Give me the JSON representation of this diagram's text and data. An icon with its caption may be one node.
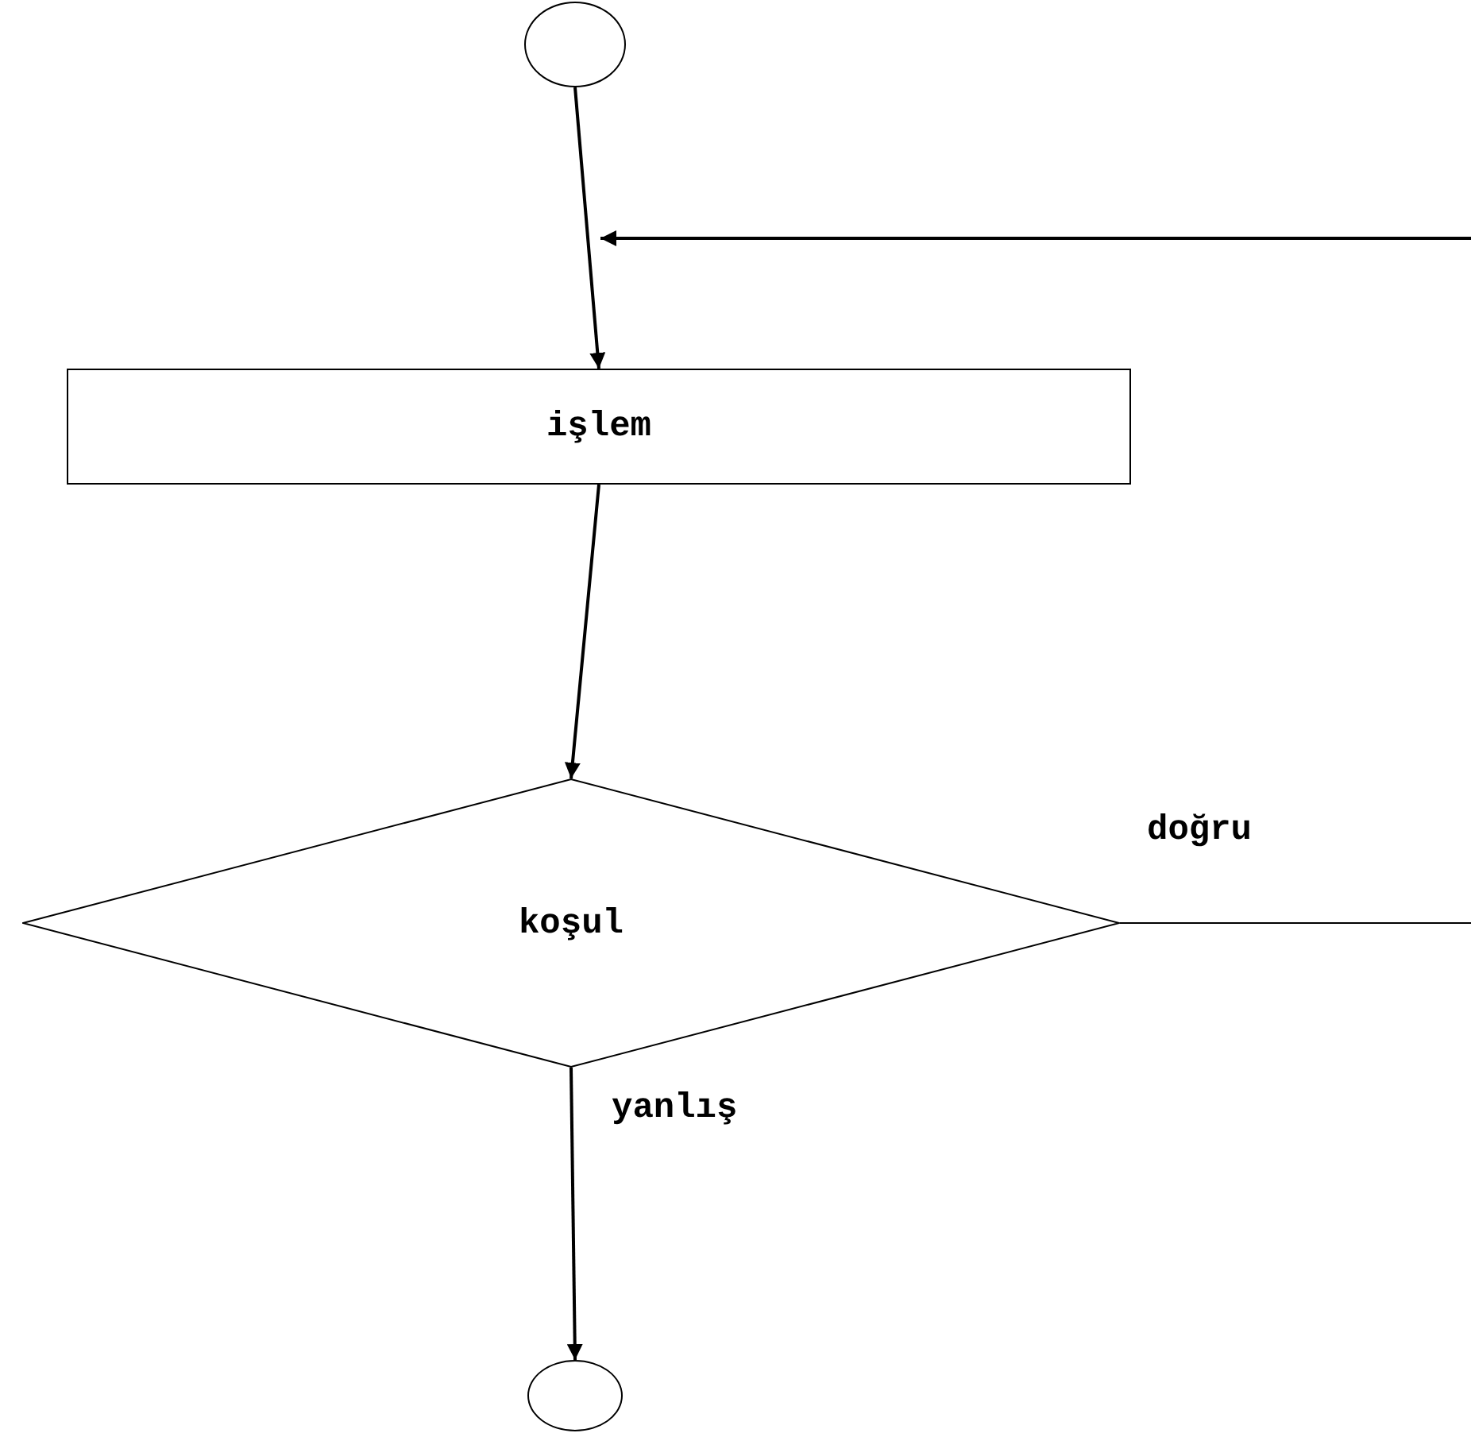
{
  "diagram": {
    "nodes": [
      {
        "text": [],
        "shape": "circle"
      },
      {
        "text": [
          "işlem"
        ]
      },
      {
        "text": [
          "koşul"
        ]
      },
      {
        "text": [],
        "shape": "circle"
      }
    ],
    "edges": [
      {
        "from": 0,
        "to": 1,
        "arrow": "to"
      },
      {
        "from": null,
        "to": 1,
        "arrow": "to"
      },
      {
        "from": 1,
        "to": 2,
        "arrow": "to"
      },
      {
        "from": 2,
        "to": null,
        "arrow": "none",
        "label": "doğru"
      },
      {
        "from": 2,
        "to": 3,
        "arrow": "to",
        "label": "yanlış"
      }
    ]
  }
}
